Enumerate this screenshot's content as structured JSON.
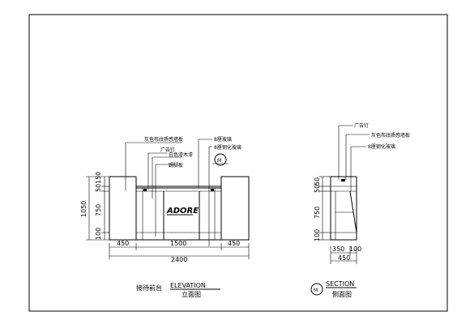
{
  "elevation": {
    "labels": {
      "fabric_panel": "灰色布纹质感墙板",
      "nail": "广告钉",
      "white_base": "白色漆木漆",
      "skirting": "踢脚板",
      "glass_edge": "8厘玻璃",
      "tempered_glass": "8厘钢化玻璃"
    },
    "circle_mark": "M",
    "logo": "ADORE",
    "dims_vertical": {
      "a": "50",
      "b": "150",
      "c": "750",
      "d": "100",
      "total": "1050"
    },
    "dims_horizontal": {
      "left": "450",
      "middle": "1500",
      "right": "450",
      "total": "2400"
    },
    "title_cn": "接待前台",
    "title_en": "ELEVATION",
    "title_sub": "立面图"
  },
  "section": {
    "labels": {
      "nail": "广告钉",
      "fabric_panel": "灰色布纹质感墙板",
      "tempered_glass": "8厘钢化玻璃"
    },
    "dims_vertical": {
      "a": "50",
      "b": "50",
      "c": "750",
      "d": "100"
    },
    "dims_horizontal": {
      "a": "350",
      "b": "100",
      "total": "450"
    },
    "mark": "M",
    "title_en": "SECTION",
    "title_sub": "侧面图"
  }
}
